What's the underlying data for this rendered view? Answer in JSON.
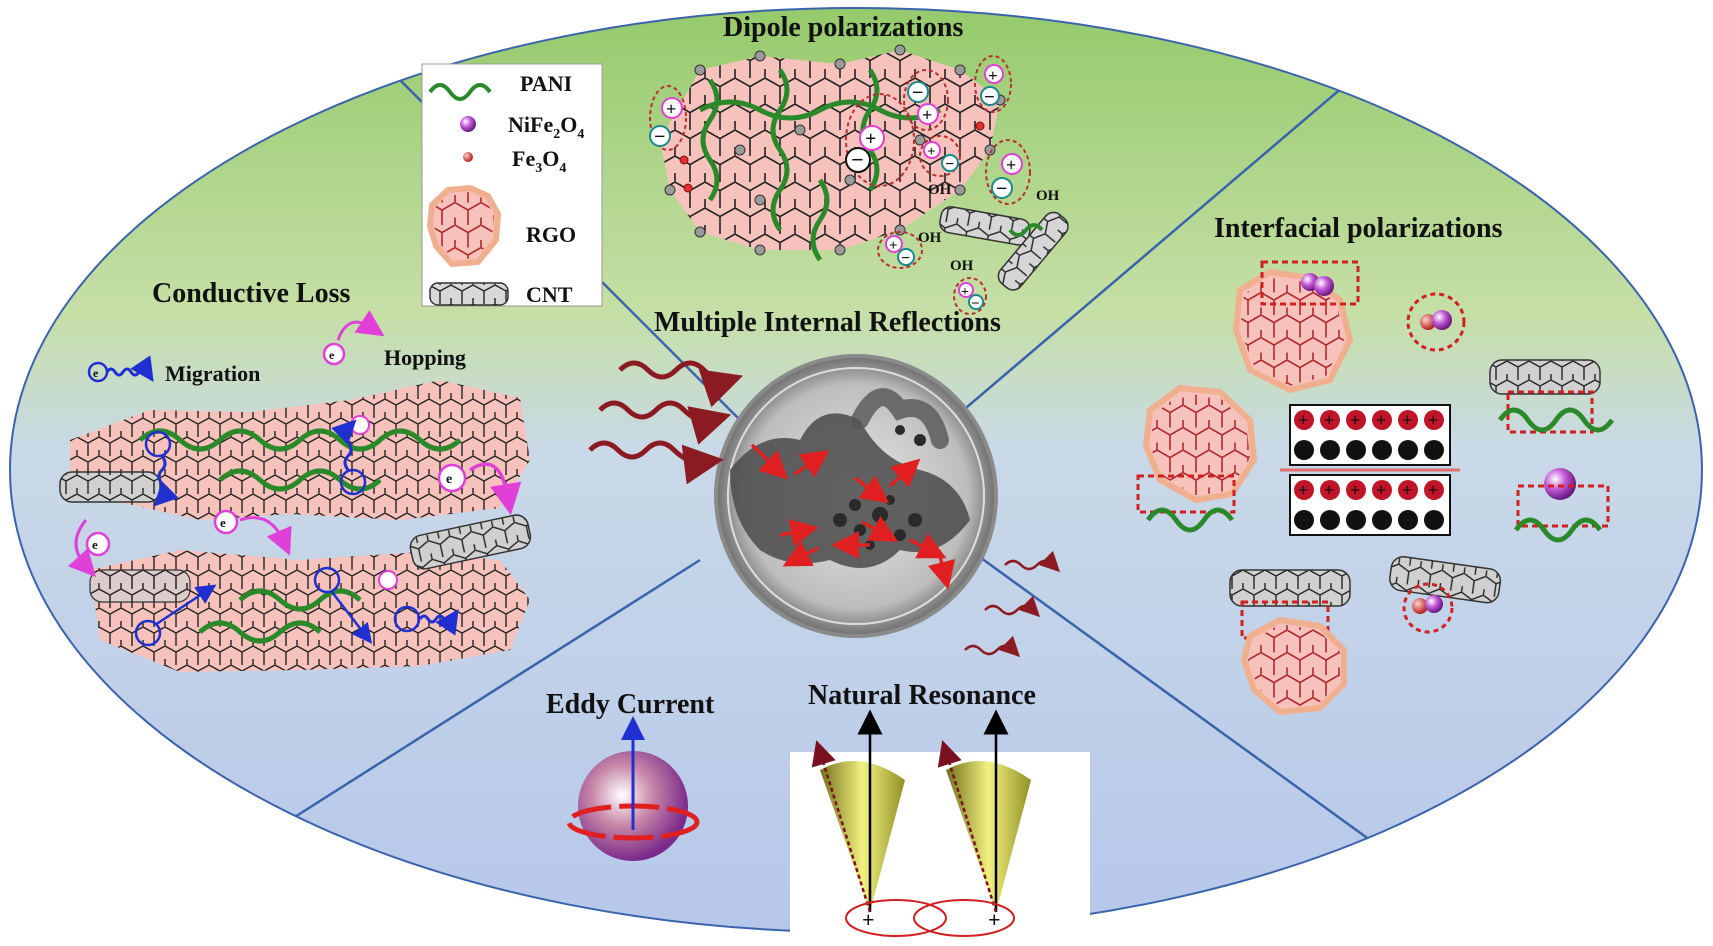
{
  "legend": {
    "pani": "PANI",
    "nife2o4": {
      "base": "NiFe",
      "sub1": "2",
      "mid": "O",
      "sub2": "4"
    },
    "fe3o4": {
      "base": "Fe",
      "sub1": "3",
      "mid": "O",
      "sub2": "4"
    },
    "rgo": "RGO",
    "cnt": "CNT"
  },
  "sections": {
    "dipole": "Dipole polarizations",
    "conductive": "Conductive Loss",
    "multiple": "Multiple Internal Reflections",
    "interfacial": "Interfacial polarizations",
    "eddy": "Eddy Current",
    "resonance": "Natural Resonance"
  },
  "conductive": {
    "migration": "Migration",
    "hopping": "Hopping",
    "electron": "e"
  },
  "dipole": {
    "plus": "+",
    "minus": "−",
    "oh": "OH"
  },
  "resonance": {
    "plus": "+"
  },
  "colors": {
    "top_green": "#9ccd74",
    "bottom_blue": "#b9c9ea",
    "divider": "#3a63ad",
    "rgo_fill": "#f7c2bb",
    "rgo_line": "#b0282a",
    "pani": "#2a8a2a",
    "nife2o4": "#b04ac8",
    "magenta": "#e040d8",
    "charge_plus": "#c01528",
    "wave": "#8b1a22",
    "blue_e": "#1f2fd0"
  }
}
